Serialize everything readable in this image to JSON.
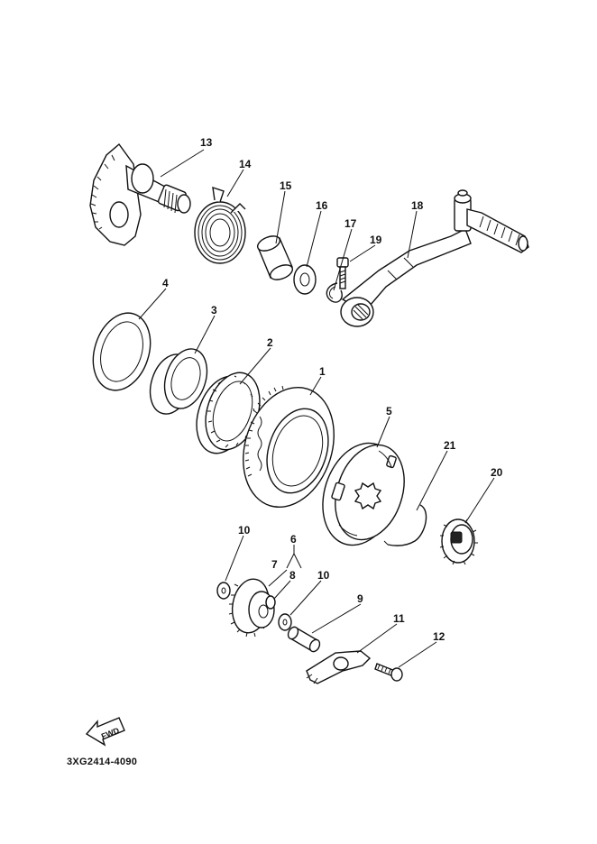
{
  "diagram": {
    "code": "3XG2414-4090",
    "fwd_label": "FWD",
    "callouts": [
      "1",
      "2",
      "3",
      "4",
      "5",
      "6",
      "7",
      "8",
      "9",
      "10",
      "10",
      "11",
      "12",
      "13",
      "14",
      "15",
      "16",
      "17",
      "18",
      "19",
      "20",
      "21"
    ]
  }
}
